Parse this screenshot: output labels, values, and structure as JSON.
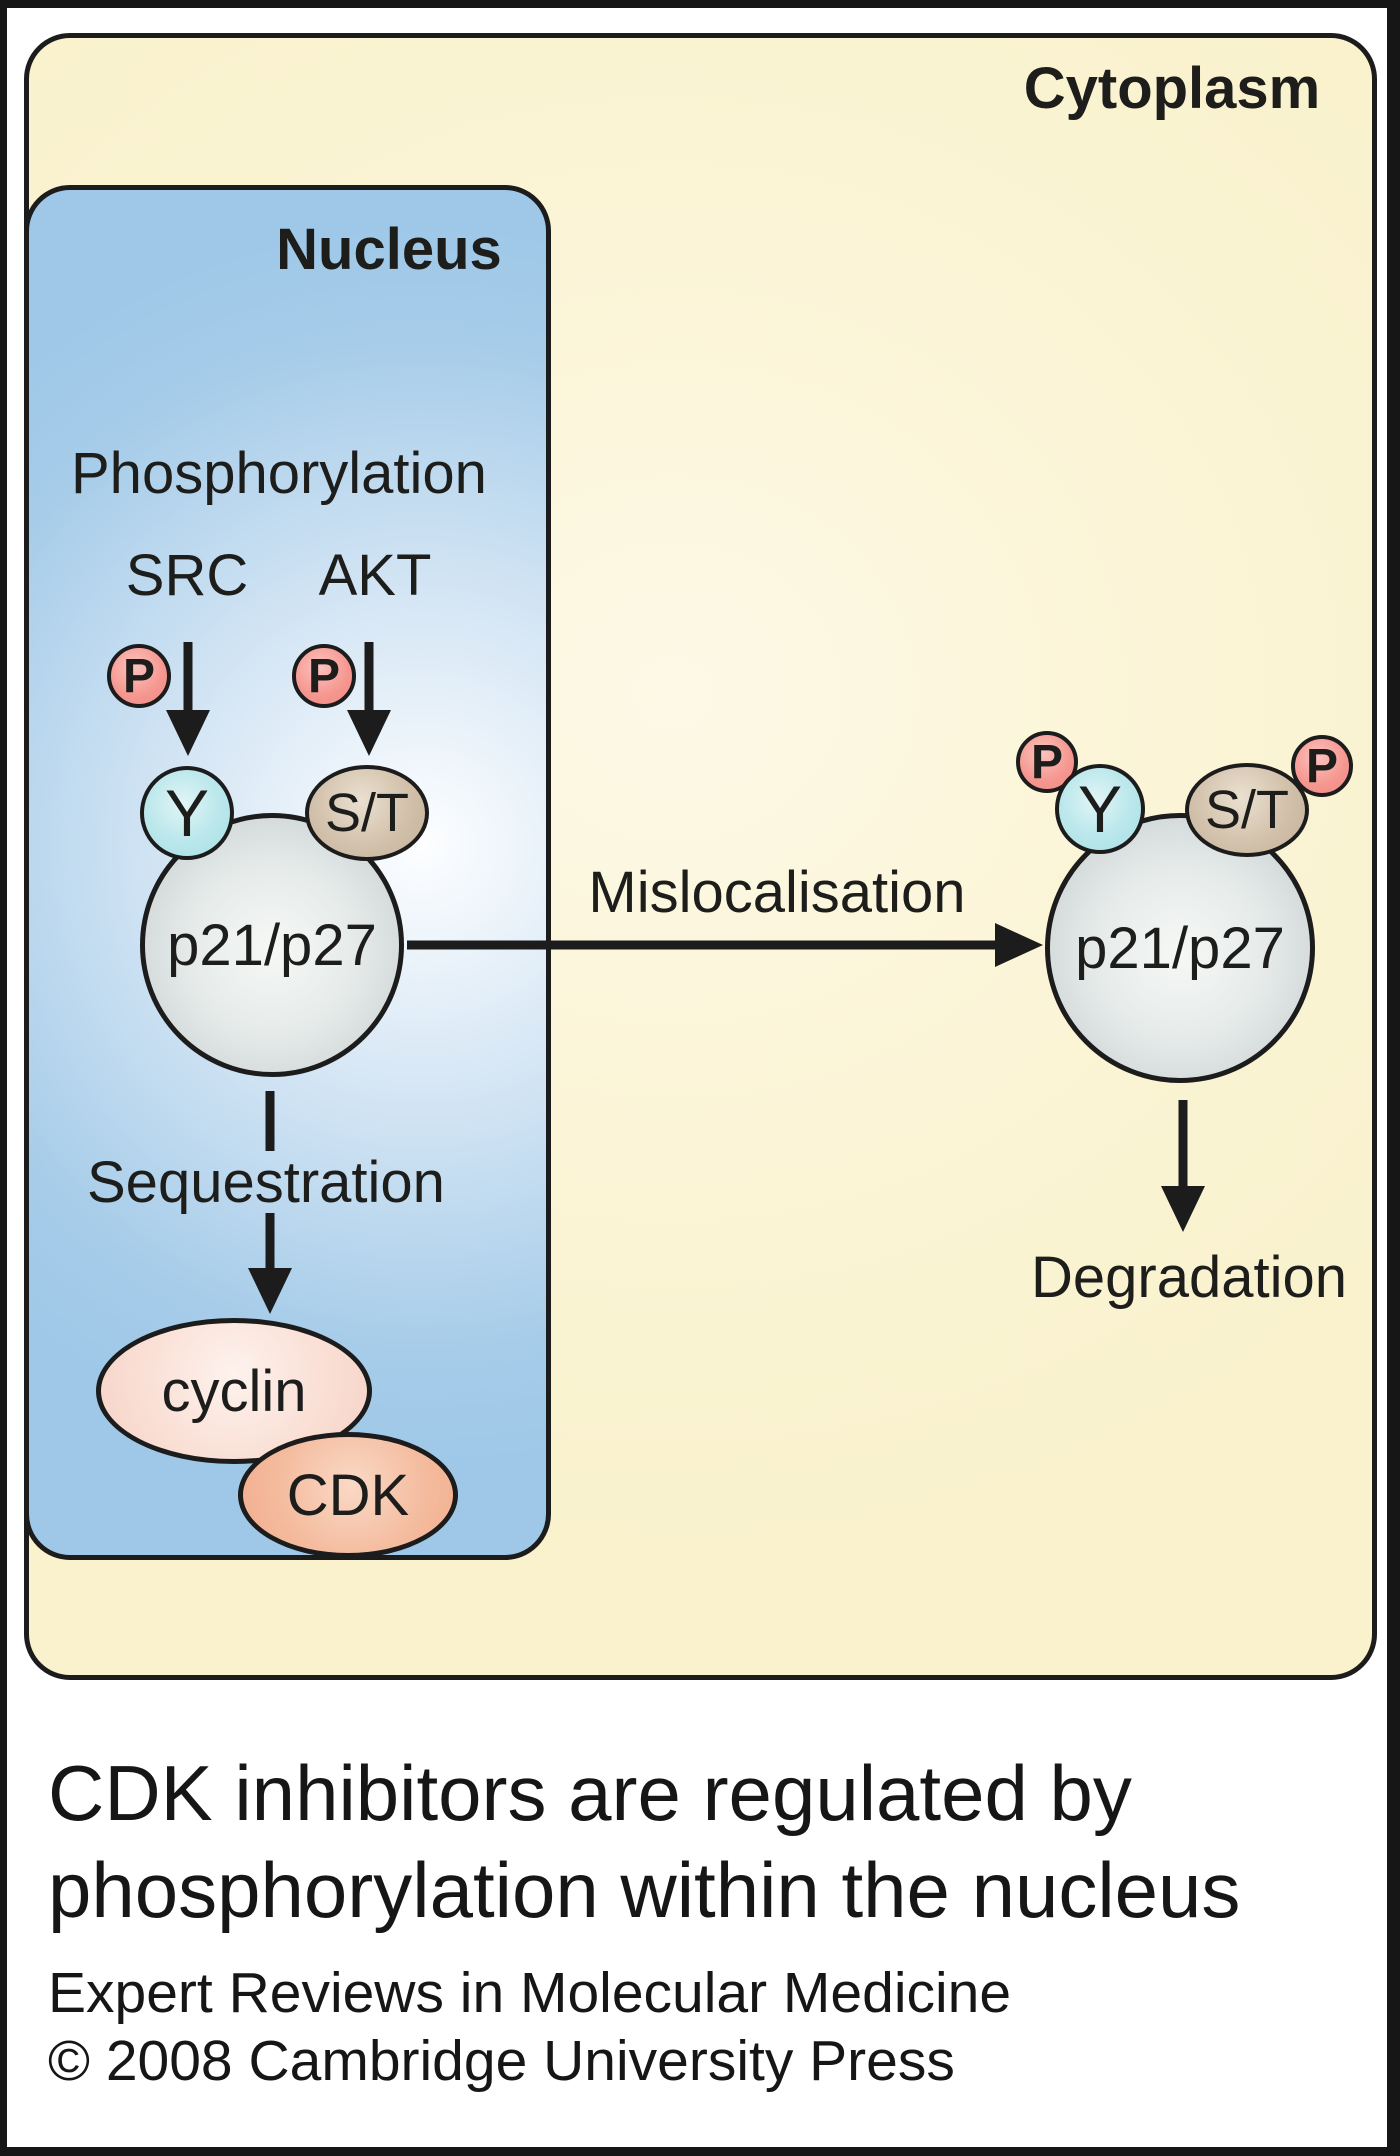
{
  "cytoplasm": {
    "label": "Cytoplasm",
    "mislocalisation_label": "Mislocalisation",
    "protein_label": "p21/p27",
    "degradation_label": "Degradation",
    "phosphate_symbol": "P",
    "tyrosine_label": "Y",
    "serine_threonine_label": "S/T"
  },
  "nucleus": {
    "label": "Nucleus",
    "phosphorylation_label": "Phosphorylation",
    "kinases": [
      {
        "name": "SRC",
        "target_residue": "Y"
      },
      {
        "name": "AKT",
        "target_residue": "S/T"
      }
    ],
    "phosphate_symbol": "P",
    "tyrosine_label": "Y",
    "serine_threonine_label": "S/T",
    "protein_label": "p21/p27",
    "sequestration_label": "Sequestration",
    "cyclin_label": "cyclin",
    "cdk_label": "CDK"
  },
  "caption": {
    "line1": "CDK inhibitors are regulated by",
    "line2": "phosphorylation within the nucleus"
  },
  "credits": {
    "line1": "Expert Reviews in Molecular Medicine",
    "line2": "© 2008 Cambridge University Press"
  },
  "palette": {
    "cytoplasm_fill": "#fbf4d6",
    "nucleus_fill": "#a6cce9",
    "phosphate_fill": "#f28b86",
    "tyrosine_fill": "#a6dfe4",
    "serine_threonine_fill": "#c4b098",
    "protein_fill": "#d6dddd",
    "cyclin_fill": "#fae0d6",
    "cdk_fill": "#f1ad8d",
    "line_color": "#1c1c1c"
  }
}
